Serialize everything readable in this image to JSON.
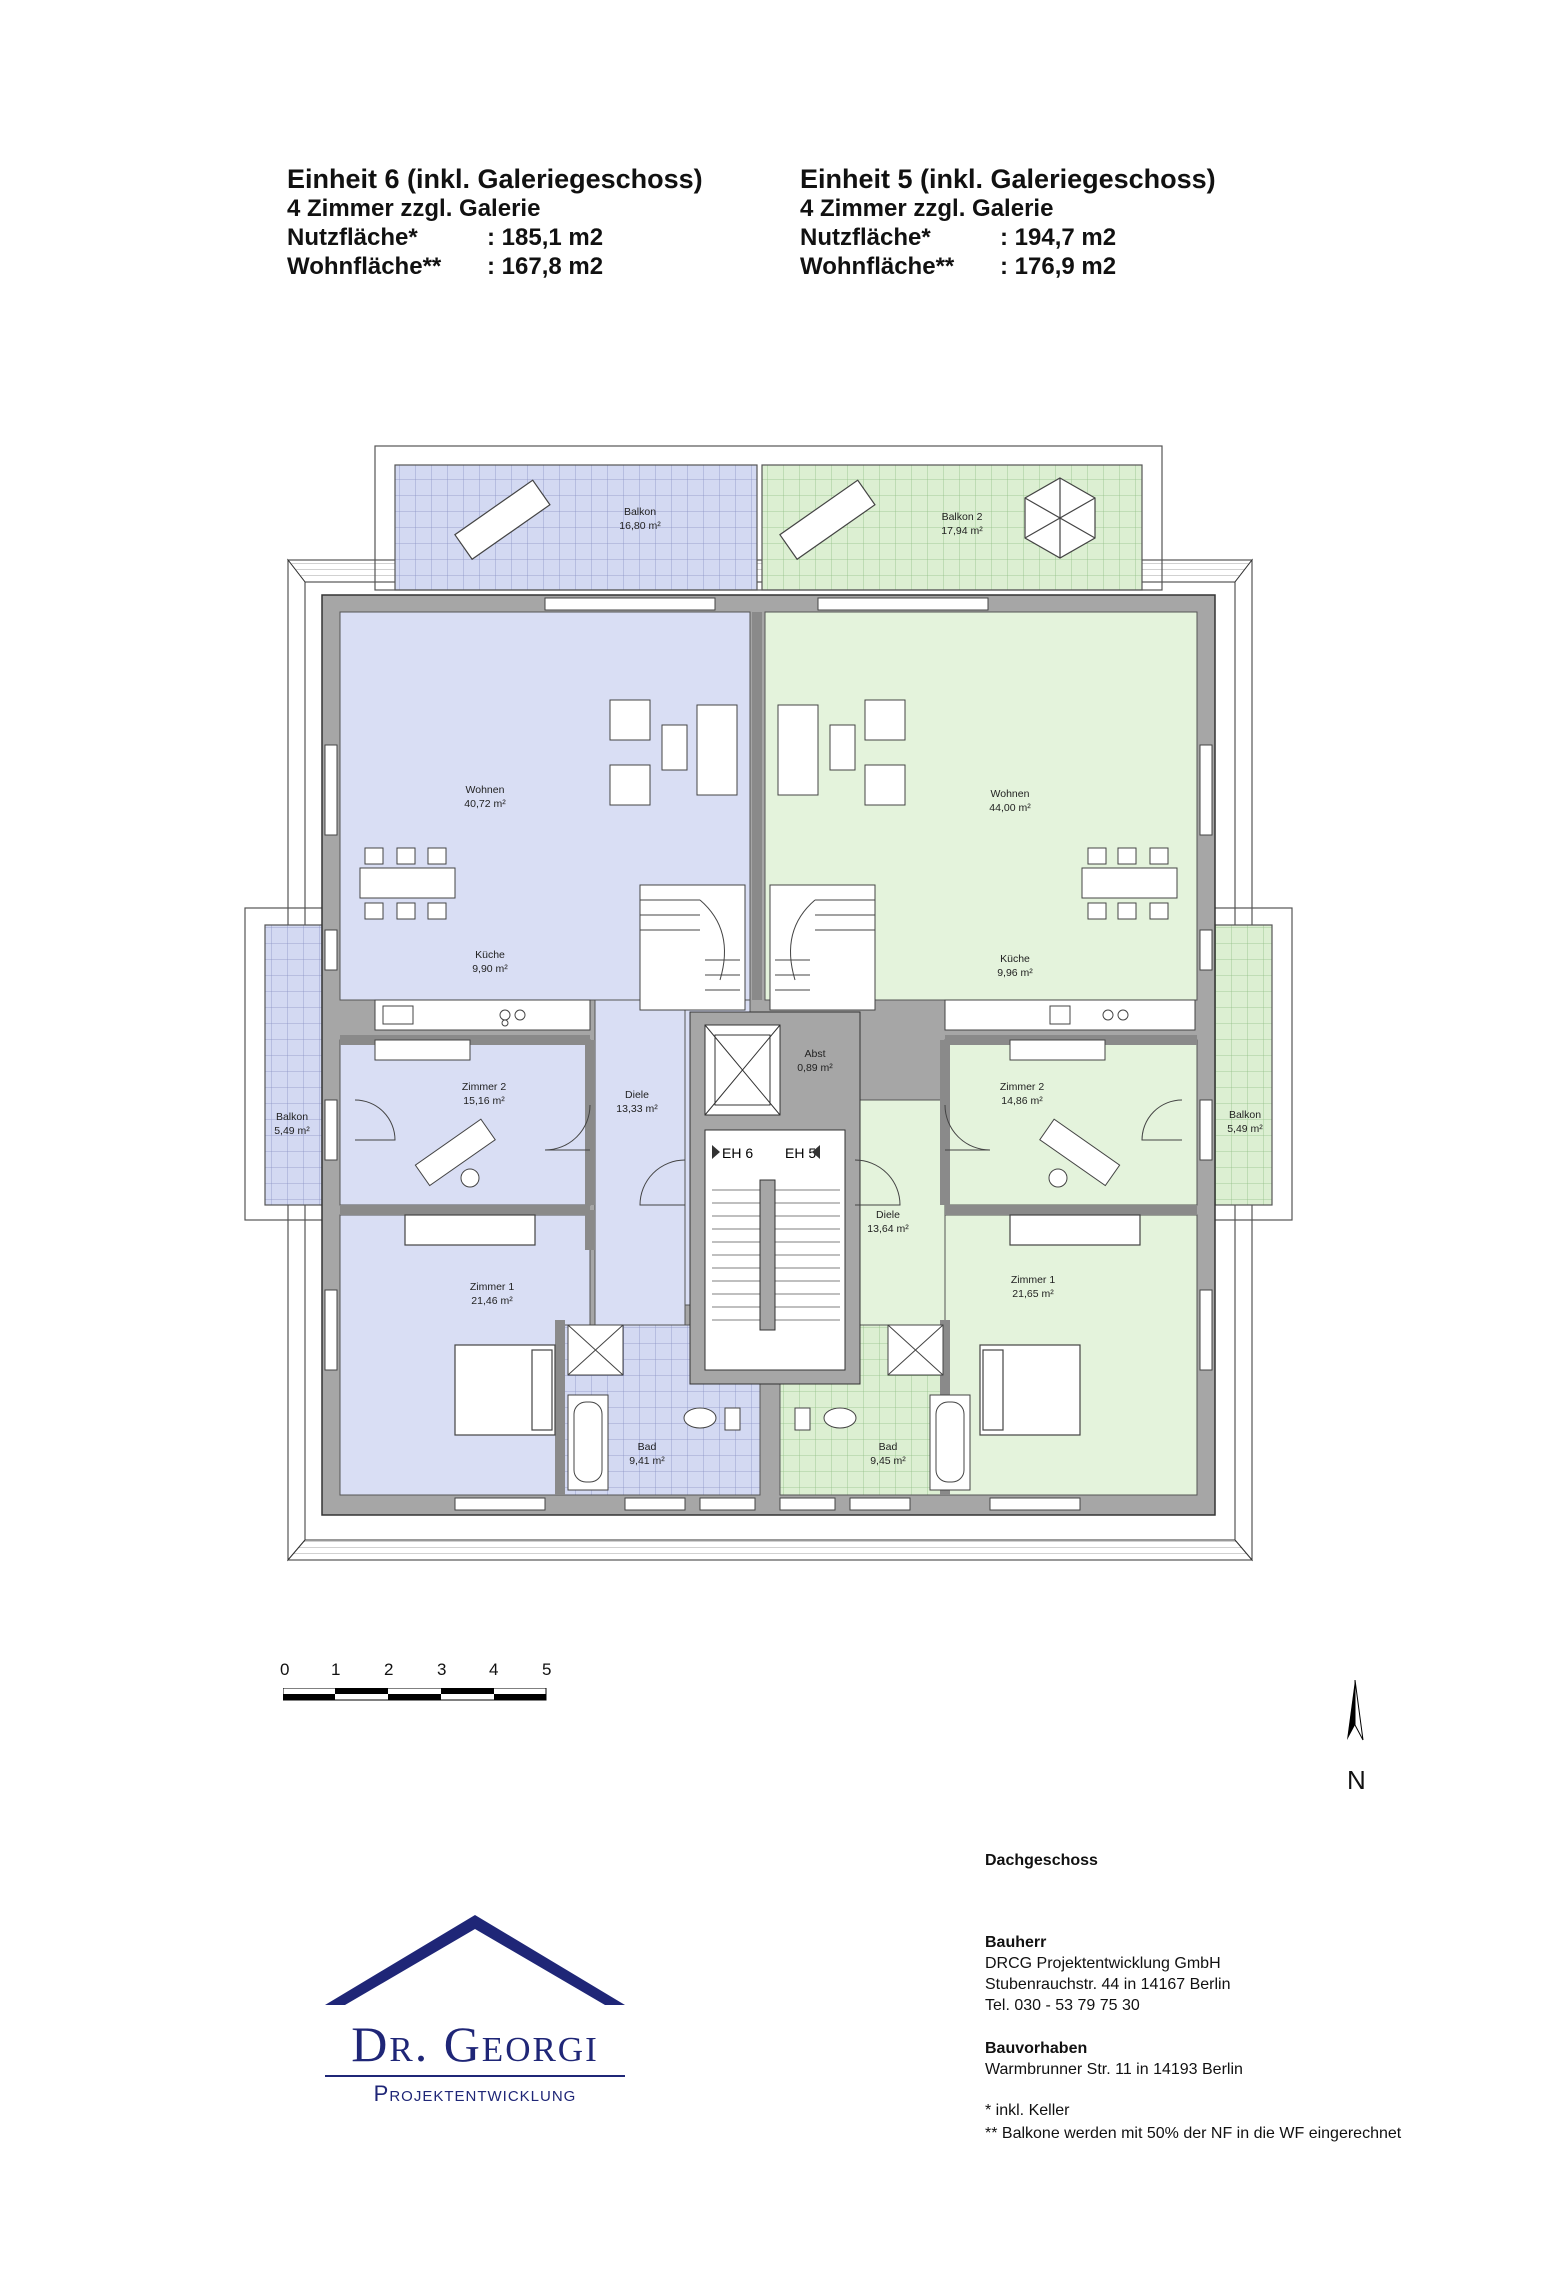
{
  "units": {
    "left": {
      "title": "Einheit 6 (inkl. Galeriegeschoss)",
      "rooms": "4 Zimmer zzgl. Galerie",
      "nf_label": "Nutzfläche*",
      "nf_value": ": 185,1 m2",
      "wf_label": "Wohnfläche**",
      "wf_value": ": 167,8 m2"
    },
    "right": {
      "title": "Einheit 5 (inkl. Galeriegeschoss)",
      "rooms": "4 Zimmer zzgl. Galerie",
      "nf_label": "Nutzfläche*",
      "nf_value": ": 194,7 m2",
      "wf_label": "Wohnfläche**",
      "wf_value": ": 176,9 m2"
    }
  },
  "plan": {
    "colors": {
      "unit6": "#d9def4",
      "unit5": "#e4f3dc",
      "wall": "#a6a6a6",
      "tile6": "#c7ceee",
      "tile5": "#d5edc8"
    },
    "rooms": {
      "balkon6_top": {
        "name": "Balkon",
        "area": "16,80 m²"
      },
      "balkon5_top": {
        "name": "Balkon 2",
        "area": "17,94 m²"
      },
      "wohnen6": {
        "name": "Wohnen",
        "area": "40,72 m²"
      },
      "wohnen5": {
        "name": "Wohnen",
        "area": "44,00 m²"
      },
      "kueche6": {
        "name": "Küche",
        "area": "9,90 m²"
      },
      "kueche5": {
        "name": "Küche",
        "area": "9,96 m²"
      },
      "zimmer2_6": {
        "name": "Zimmer 2",
        "area": "15,16 m²"
      },
      "zimmer2_5": {
        "name": "Zimmer 2",
        "area": "14,86 m²"
      },
      "diele6": {
        "name": "Diele",
        "area": "13,33 m²"
      },
      "diele5": {
        "name": "Diele",
        "area": "13,64 m²"
      },
      "abst": {
        "name": "Abst",
        "area": "0,89 m²"
      },
      "balkon6_side": {
        "name": "Balkon",
        "area": "5,49 m²"
      },
      "balkon5_side": {
        "name": "Balkon",
        "area": "5,49 m²"
      },
      "zimmer1_6": {
        "name": "Zimmer 1",
        "area": "21,46 m²"
      },
      "zimmer1_5": {
        "name": "Zimmer 1",
        "area": "21,65 m²"
      },
      "bad6": {
        "name": "Bad",
        "area": "9,41 m²"
      },
      "bad5": {
        "name": "Bad",
        "area": "9,45 m²"
      }
    },
    "entry6": "EH 6",
    "entry5": "EH 5"
  },
  "scale": {
    "ticks": [
      "0",
      "1",
      "2",
      "3",
      "4",
      "5"
    ]
  },
  "compass": {
    "label": "N"
  },
  "info": {
    "floor": "Dachgeschoss",
    "bauherr_label": "Bauherr",
    "bauherr_lines": [
      "DRCG Projektentwicklung GmbH",
      "Stubenrauchstr. 44 in 14167 Berlin",
      "Tel. 030  - 53 79 75 30"
    ],
    "bauvorhaben_label": "Bauvorhaben",
    "bauvorhaben_line": "Warmbrunner Str. 11 in 14193 Berlin",
    "note1": "* inkl. Keller",
    "note2": "** Balkone werden mit 50% der NF in die WF eingerechnet"
  },
  "logo": {
    "name": "Dr. Georgi",
    "sub": "Projektentwicklung"
  }
}
